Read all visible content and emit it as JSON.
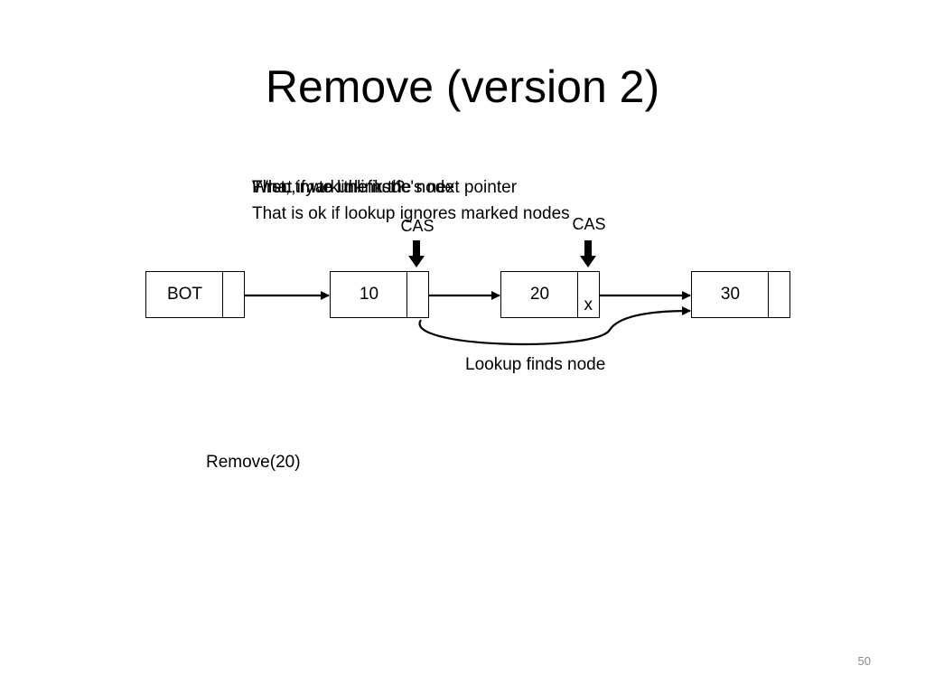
{
  "slide": {
    "title": "Remove (version 2)",
    "notes": [
      "What if we link first?",
      "First, try to unlink the node",
      "Then, mark the node's next pointer",
      "That is ok if lookup ignores marked nodes"
    ],
    "cas_labels": [
      "CAS",
      "CAS"
    ],
    "nodes": [
      {
        "value": "BOT",
        "mark": ""
      },
      {
        "value": "10",
        "mark": ""
      },
      {
        "value": "20",
        "mark": "x"
      },
      {
        "value": "30",
        "mark": ""
      }
    ],
    "lookup_caption": "Lookup finds node",
    "operation": "Remove(20)",
    "page_number": "50"
  }
}
